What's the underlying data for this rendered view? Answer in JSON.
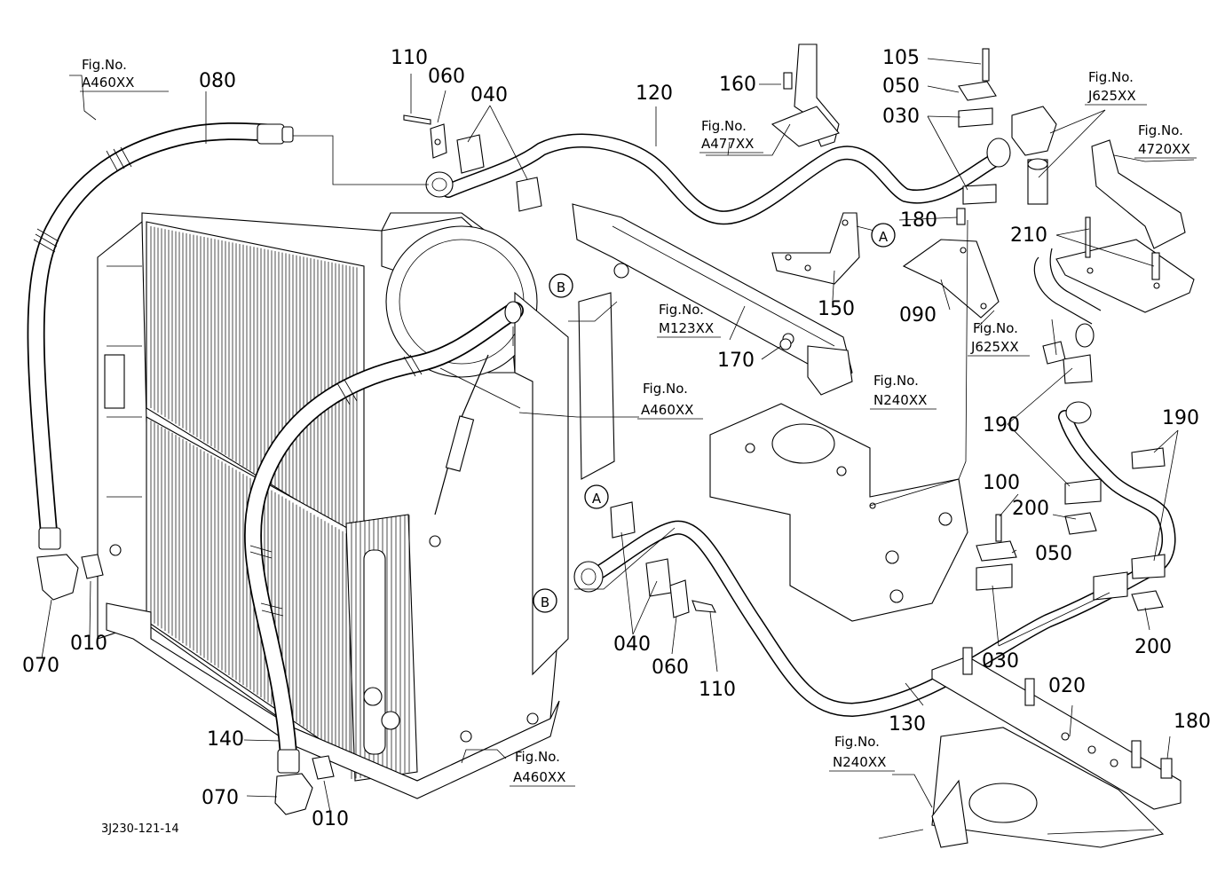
{
  "diagram": {
    "drawing_code": "3J230-121-14",
    "part_labels": {
      "p080": "080",
      "p110a": "110",
      "p060a": "060",
      "p040a": "040",
      "p120": "120",
      "p160": "160",
      "p105": "105",
      "p050a": "050",
      "p030a": "030",
      "p180a": "180",
      "p210": "210",
      "p150": "150",
      "p090": "090",
      "p170": "170",
      "p190a": "190",
      "p190b": "190",
      "p100": "100",
      "p200a": "200",
      "p050b": "050",
      "p200b": "200",
      "p030b": "030",
      "p020": "020",
      "p130": "130",
      "p180b": "180",
      "p040b": "040",
      "p060b": "060",
      "p110b": "110",
      "p070a": "070",
      "p010a": "010",
      "p140": "140",
      "p070b": "070",
      "p010b": "010"
    },
    "fig_refs": {
      "a460_top": {
        "title": "Fig.No.",
        "code": "A460XX"
      },
      "a477": {
        "title": "Fig.No.",
        "code": "A477XX"
      },
      "j625_top": {
        "title": "Fig.No.",
        "code": "J625XX"
      },
      "f4720": {
        "title": "Fig.No.",
        "code": "4720XX"
      },
      "m123": {
        "title": "Fig.No.",
        "code": "M123XX"
      },
      "j625_mid": {
        "title": "Fig.No.",
        "code": "J625XX"
      },
      "a460_mid": {
        "title": "Fig.No.",
        "code": "A460XX"
      },
      "n240_mid": {
        "title": "Fig.No.",
        "code": "N240XX"
      },
      "a460_bot": {
        "title": "Fig.No.",
        "code": "A460XX"
      },
      "n240_bot": {
        "title": "Fig.No.",
        "code": "N240XX"
      }
    },
    "connectors": {
      "a_top": "A",
      "b_top": "B",
      "a_bot": "A",
      "b_bot": "B"
    }
  }
}
